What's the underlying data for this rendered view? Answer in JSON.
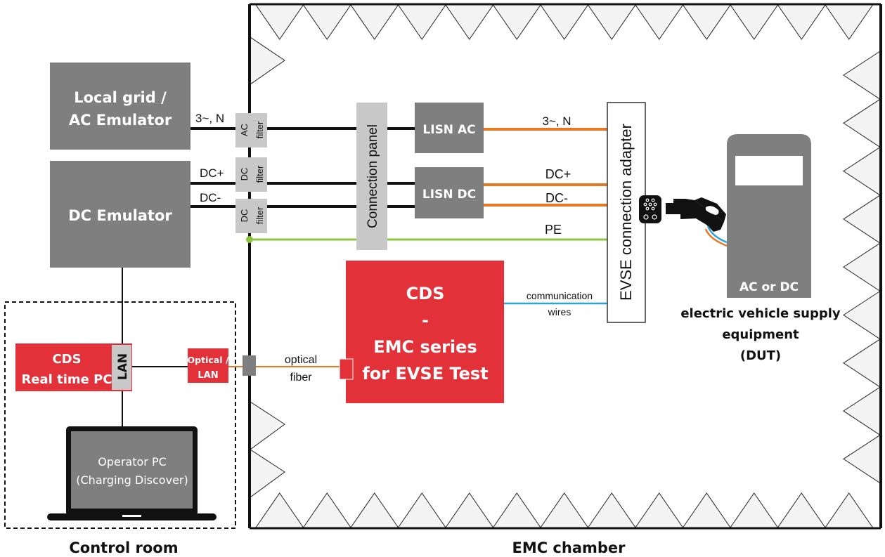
{
  "colors": {
    "gray_box": "#7f7f7f",
    "light_gray": "#c8c8c8",
    "red": "#e3313a",
    "orange_wire": "#e87722",
    "green_wire": "#8cc63f",
    "blue_wire": "#29a3dd",
    "absorber_fill": "#f4f4f4"
  },
  "sources": {
    "ac_emulator": [
      "Local grid /",
      "AC Emulator"
    ],
    "dc_emulator": "DC Emulator"
  },
  "filters": {
    "ac": [
      "AC",
      "filter"
    ],
    "dc_plus": [
      "DC",
      "filter"
    ],
    "dc_minus": [
      "DC",
      "filter"
    ]
  },
  "wire_labels": {
    "ac_in": "3~, N",
    "dc_plus_in": "DC+",
    "dc_minus_in": "DC-",
    "ac_out": "3~, N",
    "dc_plus_out": "DC+",
    "dc_minus_out": "DC-",
    "pe": "PE",
    "communication": [
      "communication",
      "wires"
    ],
    "optical": [
      "optical",
      "fiber"
    ]
  },
  "connection_panel": "Connection panel",
  "lisn_ac": "LISN AC",
  "lisn_dc": "LISN DC",
  "adapter": "EVSE connection adapter",
  "cds_emc": [
    "CDS",
    "-",
    "EMC series",
    "for EVSE Test"
  ],
  "dut": {
    "inner_label": "AC or DC",
    "caption": [
      "electric vehicle supply",
      "equipment",
      "(DUT)"
    ]
  },
  "control_room": {
    "cds_pc": [
      "CDS",
      "Real time PC"
    ],
    "lan": "LAN",
    "optical_lan": [
      "Optical /",
      "LAN"
    ],
    "operator_pc": [
      "Operator PC",
      "(Charging Discover)"
    ],
    "label": "Control room"
  },
  "chamber_label": "EMC chamber"
}
